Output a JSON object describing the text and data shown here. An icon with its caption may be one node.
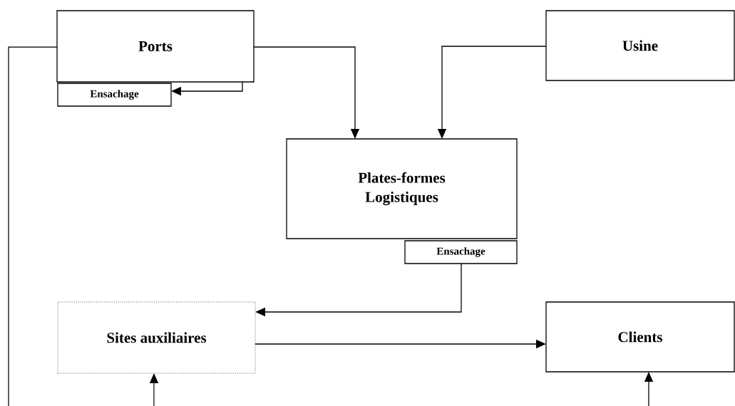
{
  "diagram": {
    "nodes": [
      {
        "text": [
          "Ports"
        ]
      },
      {
        "text": [
          "Ensachage"
        ]
      },
      {
        "text": [
          "Usine"
        ]
      },
      {
        "text": [
          "Plates-formes Logistiques"
        ]
      },
      {
        "text": [
          "Ensachage"
        ]
      },
      {
        "text": [
          "Sites auxiliaires"
        ]
      },
      {
        "text": [
          "Clients"
        ]
      }
    ],
    "edges": [
      {
        "from": 0,
        "to": 1,
        "arrow": "to"
      },
      {
        "from": 0,
        "to": 3,
        "arrow": "to"
      },
      {
        "from": 2,
        "to": 3,
        "arrow": "to"
      },
      {
        "from": 4,
        "to": 5,
        "arrow": "to"
      },
      {
        "from": 5,
        "to": 6,
        "arrow": "to"
      },
      {
        "from": null,
        "to": 5,
        "arrow": "to"
      },
      {
        "from": null,
        "to": 6,
        "arrow": "to"
      },
      {
        "from": 0,
        "to": null,
        "arrow": "none"
      }
    ]
  }
}
